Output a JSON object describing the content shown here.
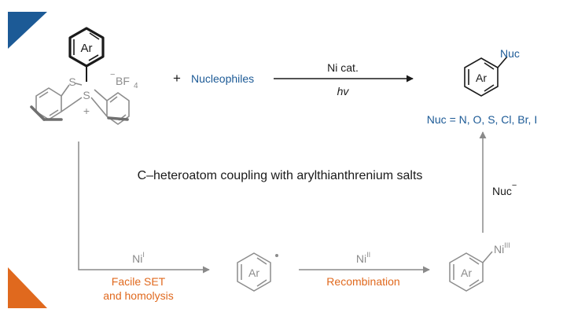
{
  "labels": {
    "ar": "Ar",
    "ar_small": "Ar",
    "ar_radical": "Ar",
    "ar_ni": "Ar",
    "bf4_prefix": "−",
    "bf4_main": "BF",
    "bf4_sub": "4",
    "s_top": "S",
    "s_bottom": "S",
    "s_plus": "+",
    "plus_sign": "+",
    "nucleophiles": "Nucleophiles",
    "reagent_top": "Ni cat.",
    "reagent_bottom": "hv",
    "nuc_product": "Nuc",
    "nuc_list": "Nuc = N, O, S, Cl, Br, I",
    "headline": "C–heteroatom coupling with arylthianthrenium salts",
    "nuc_anion": "Nuc",
    "nuc_anion_charge": "−",
    "ni_i": "Ni",
    "ni_i_sup": "I",
    "step1_line1": "Facile SET",
    "step1_line2": "and homolysis",
    "ni_ii": "Ni",
    "ni_ii_sup": "II",
    "step2": "Recombination",
    "ni_iii": "Ni",
    "ni_iii_sup": "III"
  },
  "colors": {
    "accent_blue": "#1c5a96",
    "accent_orange": "#e0691e",
    "arrow_gray": "#8a8a8a",
    "bond_black": "#1a1a1a",
    "bond_gray": "#8c8c8c"
  }
}
